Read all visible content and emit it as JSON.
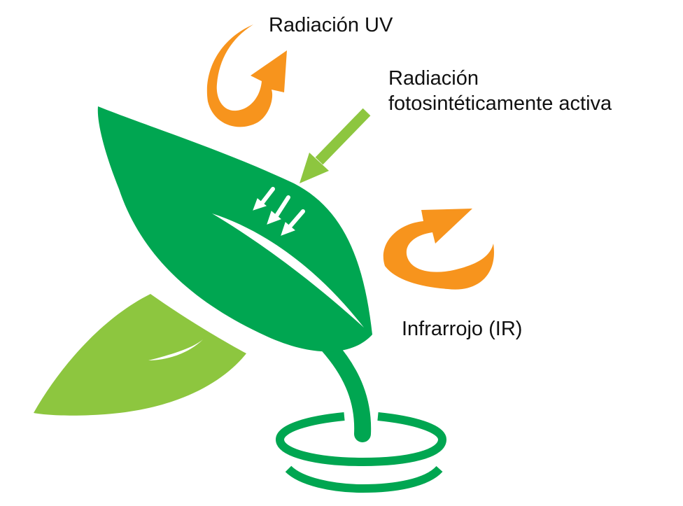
{
  "labels": {
    "uv": "Radiación UV",
    "par_line1": "Radiación",
    "par_line2": "fotosintéticamente activa",
    "ir": "Infrarrojo (IR)"
  },
  "colors": {
    "leaf_dark": "#00a651",
    "leaf_light": "#8dc63f",
    "arrow_orange": "#f7941d",
    "arrow_green": "#8dc63f",
    "vein_white": "#ffffff"
  },
  "icons": {
    "main_leaf": "leaf-icon",
    "small_leaf": "leaf-icon",
    "uv_arrow": "curved-arrow-icon",
    "ir_arrow": "curved-arrow-icon",
    "par_arrow": "straight-arrow-icon",
    "absorbed_arrows": "down-arrow-icon"
  }
}
